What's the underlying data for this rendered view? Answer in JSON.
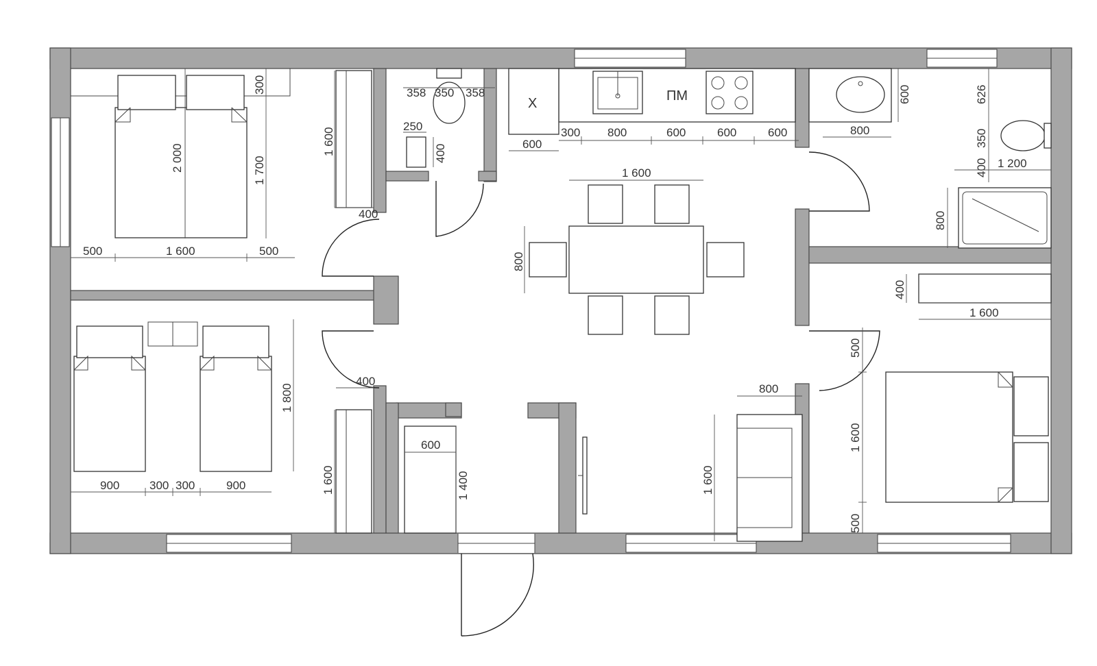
{
  "labels": {
    "fridge": "X",
    "dishwasher": "ПМ"
  },
  "dims": {
    "br1_wardrobe_depth_top": "300",
    "br1_bed_len": "2 000",
    "br1_bed_inner": "1 700",
    "br1_left": "500",
    "br1_bed_w": "1 600",
    "br1_right": "500",
    "closet1_len": "1 600",
    "closet1_depth": "400",
    "wc_a": "358",
    "wc_b": "350",
    "wc_c": "358",
    "wc_sink_w": "250",
    "wc_sink_d": "400",
    "kit_a": "300",
    "kit_b": "800",
    "kit_c": "600",
    "kit_d": "600",
    "kit_e": "600",
    "kit_side": "600",
    "table_w": "1 600",
    "table_d": "800",
    "bath_sink_w": "800",
    "bath_sink_d": "600",
    "bath_626": "626",
    "bath_350": "350",
    "bath_400": "400",
    "bath_tub_len": "1 200",
    "bath_tub_w": "800",
    "br3_closet_d": "400",
    "br3_closet_len": "1 600",
    "br3_top_gap": "500",
    "br3_bed_w": "1 600",
    "br3_bottom_gap": "500",
    "br2_bed_len": "1 800",
    "br2_bed_a": "900",
    "br2_gap_a": "300",
    "br2_gap_b": "300",
    "br2_bed_b": "900",
    "closet2_depth": "400",
    "closet2_len": "1 600",
    "storage_w": "600",
    "storage_len": "1 400",
    "sofa_d": "800",
    "sofa_len": "1 600"
  }
}
